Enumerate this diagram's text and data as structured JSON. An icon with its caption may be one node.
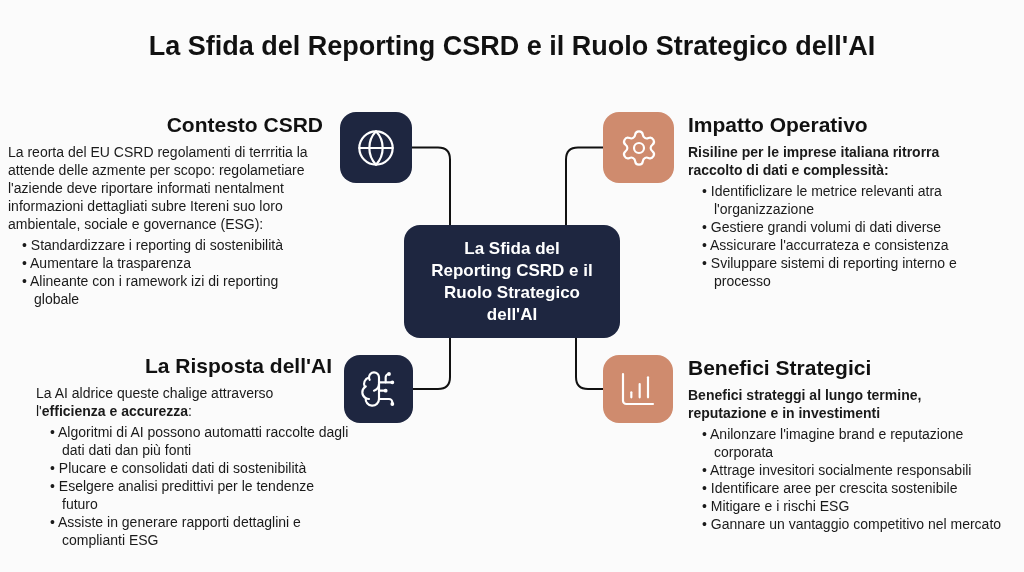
{
  "diagram": {
    "title": "La Sfida del Reporting CSRD e il Ruolo Strategico dell'AI",
    "nodes": [
      {
        "text": [
          "La Sfida del Reporting CSRD e il Ruolo Strategico dell'AI"
        ]
      },
      {
        "text": [],
        "shape": "box",
        "beside": [
          "Contesto CSRD",
          "La reorta del EU CSRD regolamenti di terrritia la attende delle azmente per scopo: regolametiare l'aziende deve riportare informati nentalment informazioni dettagliati subre Itereni suo loro ambientale, sociale e governance (ESG):",
          "• Standardizzare i reporting di sostenibilità",
          "• Aumentare la trasparenza",
          "• Alineante con i ramework izi di reporting globale"
        ]
      },
      {
        "text": [],
        "shape": "box",
        "beside": [
          "Impatto Operativo",
          "**Risiline per le imprese italiana ritrorra raccolto di dati e complessità:**",
          "• Identificlizare le metrice relevanti atra l'organizzazione",
          "• Gestiere grandi volumi di dati diverse",
          "• Assicurare l'accurrateza e consistenza",
          "• Sviluppare sistemi di reporting interno e processo"
        ]
      },
      {
        "text": [],
        "shape": "box",
        "beside": [
          "La Risposta dell'AI",
          "La AI aldrice queste chalige attraverso l'**efficienza e accurezza**:",
          "• Algoritmi di AI possono automatti raccolte dagli dati dati dan più fonti",
          "• Plucare e consolidati dati di sostenibilità",
          "• Eselgere analisi predittivi per le tendenze futuro",
          "• Assiste in generare rapporti dettaglini e complianti ESG"
        ]
      },
      {
        "text": [],
        "shape": "box",
        "beside": [
          "Benefici Strategici",
          "**Benefici strateggi al lungo termine, reputazione e in investimenti**",
          "• Anilonzare l'imagine brand e reputazione corporata",
          "• Attrage invesitori socialmente responsabili",
          "• Identificare aree per crescita sostenibile",
          "• Mitigare e i rischi ESG",
          "• Gannare un vantaggio competitivo nel mercato"
        ]
      }
    ],
    "edges": [
      {
        "from": 0,
        "to": 1,
        "arrow": "none"
      },
      {
        "from": 0,
        "to": 2,
        "arrow": "none"
      },
      {
        "from": 0,
        "to": 3,
        "arrow": "none"
      },
      {
        "from": 0,
        "to": 4,
        "arrow": "none"
      }
    ]
  }
}
